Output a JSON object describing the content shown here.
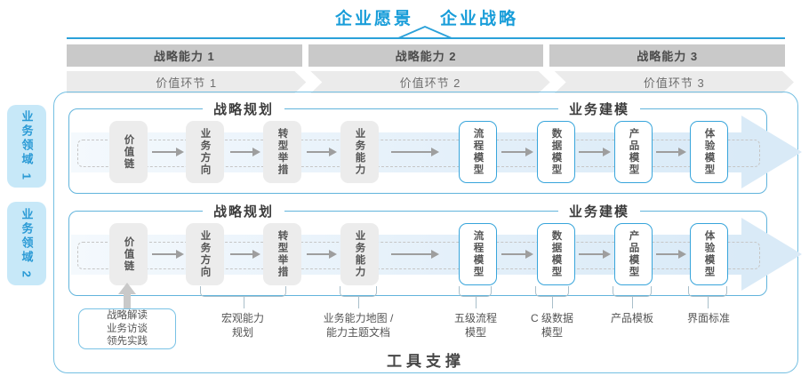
{
  "title": {
    "vision": "企业愿景",
    "strategy": "企业战略"
  },
  "capability_bar": [
    "战略能力 1",
    "战略能力 2",
    "战略能力 3"
  ],
  "value_chain_bar": [
    "价值环节 1",
    "价值环节 2",
    "价值环节 3"
  ],
  "domains": [
    "业务领域 1",
    "业务领域 2"
  ],
  "rows": [
    {
      "planning_title": "战略规划",
      "modeling_title": "业务建模",
      "boxes": [
        "价值链",
        "业务方向",
        "转型举措",
        "业务能力",
        "流程模型",
        "数据模型",
        "产品模型",
        "体验模型"
      ]
    },
    {
      "planning_title": "战略规划",
      "modeling_title": "业务建模",
      "boxes": [
        "价值链",
        "业务方向",
        "转型举措",
        "业务能力",
        "流程模型",
        "数据模型",
        "产品模型",
        "体验模型"
      ]
    }
  ],
  "annotations": {
    "source_box_lines": [
      "战略解读",
      "业务访谈",
      "领先实践"
    ],
    "notes": [
      {
        "line1": "宏观能力",
        "line2": "规划"
      },
      {
        "line1": "业务能力地图 /",
        "line2": "能力主题文档"
      },
      {
        "line1": "五级流程",
        "line2": "模型"
      },
      {
        "line1": "C 级数据",
        "line2": "模型"
      },
      {
        "line1": "产品模板",
        "line2": ""
      },
      {
        "line1": "界面标准",
        "line2": ""
      }
    ]
  },
  "footer": {
    "tool_support": "工具支撑"
  },
  "colors": {
    "accent_blue": "#189dd9",
    "row_border_blue": "#62b4dc",
    "light_blue_fill": "#c7e8f8",
    "band_blue": "#d9eaf7",
    "gray_bar": "#c9c9c9",
    "light_gray_bar": "#ebebeb",
    "box_gray": "#ececec",
    "box_border_blue": "#38a5db"
  }
}
